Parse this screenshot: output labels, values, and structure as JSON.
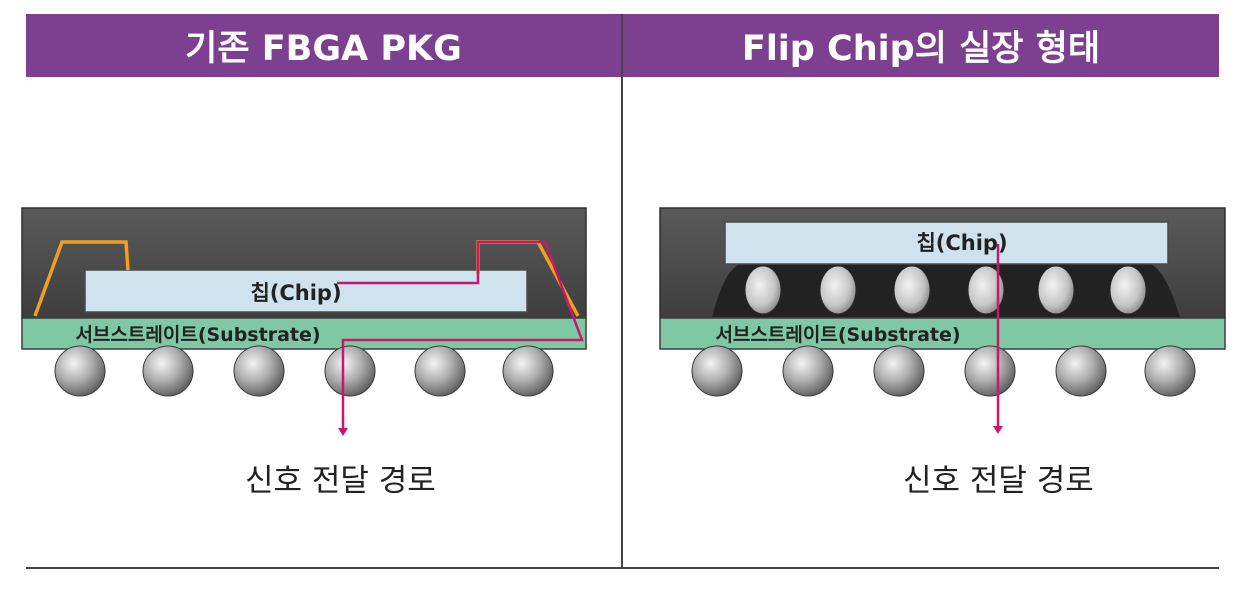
{
  "headers": {
    "left": "기존 FBGA PKG",
    "right": "Flip Chip의 실장 형태"
  },
  "left_diagram": {
    "chip_label": "칩(Chip)",
    "substrate_label": "서브스트레이트(Substrate)",
    "signal_label": "신호 전달 경로"
  },
  "right_diagram": {
    "chip_label": "칩(Chip)",
    "substrate_label": "서브스트레이트(Substrate)",
    "signal_label": "신호 전달 경로"
  },
  "colors": {
    "header_bg": "#7d3f8f",
    "mold": "#4a4a4a",
    "chip": "#cfe3ee",
    "substrate": "#7ec9a4",
    "wire": "#f0a020",
    "signal": "#c8186e",
    "ball": "#a0a0a0"
  }
}
